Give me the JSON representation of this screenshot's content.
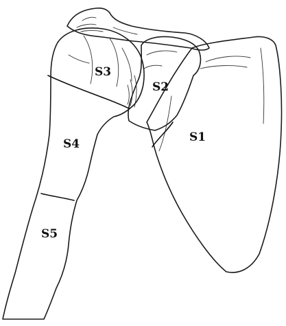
{
  "labels": {
    "s1": "S1",
    "s2": "S2",
    "s3": "S3",
    "s4": "S4",
    "s5": "S5"
  },
  "colors": {
    "humerus_fill": "#6e6e6e",
    "scapula_fill": "#cfcfcf",
    "outline": "#1a1a1a",
    "background": "#ffffff"
  }
}
